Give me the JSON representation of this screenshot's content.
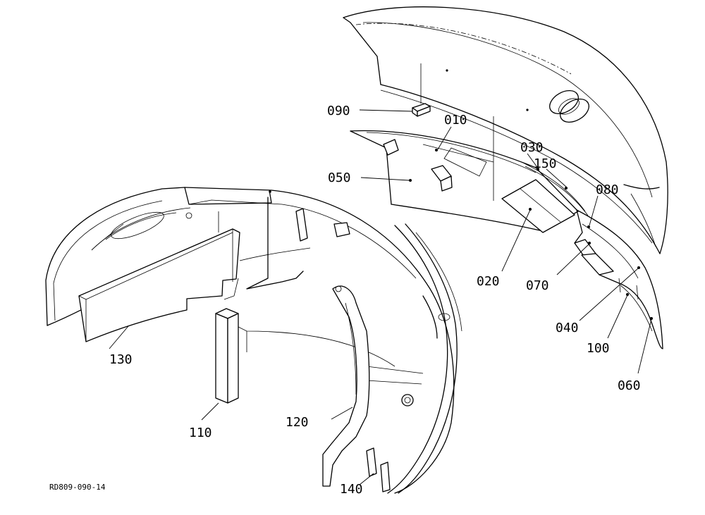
{
  "diagram": {
    "drawing_id": "RD809-090-14",
    "callouts": {
      "c010": "010",
      "c020": "020",
      "c030": "030",
      "c040": "040",
      "c050": "050",
      "c060": "060",
      "c070": "070",
      "c080": "080",
      "c090": "090",
      "c100": "100",
      "c110": "110",
      "c120": "120",
      "c130": "130",
      "c140": "140",
      "c150": "150"
    }
  }
}
